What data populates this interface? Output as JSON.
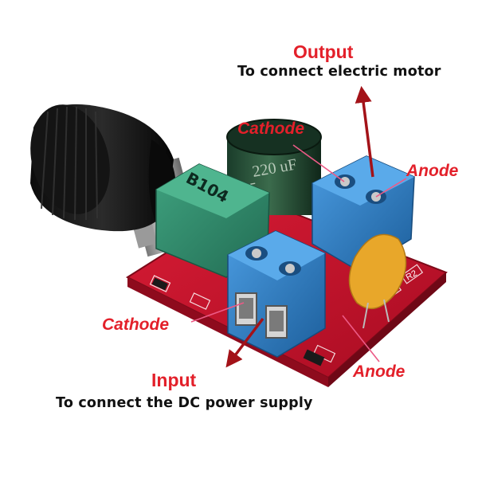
{
  "output": {
    "title": "Output",
    "subtitle": "To connect electric motor",
    "cathode": "Cathode",
    "anode": "Anode"
  },
  "input": {
    "title": "Input",
    "subtitle": "To connect the DC power supply",
    "cathode": "Cathode",
    "anode": "Anode"
  },
  "board": {
    "potentiometer_marking": "B104",
    "capacitor_marking": "220 uF",
    "capacitor_voltage": "35",
    "resistor_marking": "R2"
  },
  "colors": {
    "label_red": "#e3202a",
    "arrow_red": "#a31218",
    "pointer_pink": "#ec5a86",
    "pcb_red": "#c8102e",
    "terminal_blue": "#2f7fc3",
    "potentiometer_green": "#2f8f6e",
    "capacitor_green": "#1e4a34",
    "varistor_yellow": "#e8a72a"
  }
}
